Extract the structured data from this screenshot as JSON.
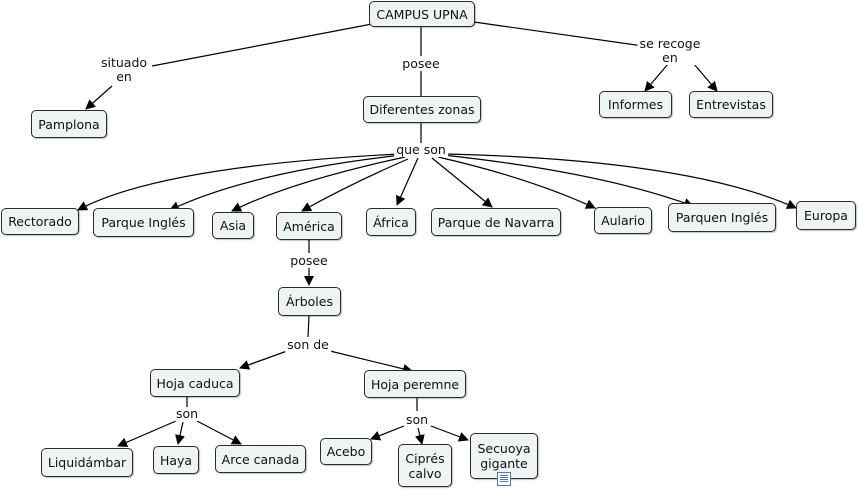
{
  "concepts": {
    "campus": "CAMPUS UPNA",
    "pamplona": "Pamplona",
    "zonas": "Diferentes zonas",
    "informes": "Informes",
    "entrevistas": "Entrevistas",
    "rectorado": "Rectorado",
    "parque_ingles": "Parque Inglés",
    "asia": "Asia",
    "america": "América",
    "africa": "África",
    "parque_navarra": "Parque de Navarra",
    "aulario": "Aulario",
    "parquen_ingles": "Parquen Inglés",
    "europa": "Europa",
    "arboles": "Árboles",
    "hoja_caduca": "Hoja caduca",
    "hoja_peremne": "Hoja peremne",
    "liquidambar": "Liquidámbar",
    "haya": "Haya",
    "arce": "Arce canada",
    "acebo": "Acebo",
    "cipres": "Ciprés\ncalvo",
    "secuoya": "Secuoya\ngigante"
  },
  "links": {
    "situado_en": "situado\nen",
    "posee_1": "posee",
    "se_recoge_en": "se recoge\nen",
    "que_son": "que son",
    "posee_2": "posee",
    "son_de": "son de",
    "son_1": "son",
    "son_2": "son"
  },
  "icons": {
    "secuoya_resource": "document-icon"
  },
  "colors": {
    "node_fill": "#eef4f4",
    "node_border": "#2b2b2b",
    "line": "#000000"
  }
}
